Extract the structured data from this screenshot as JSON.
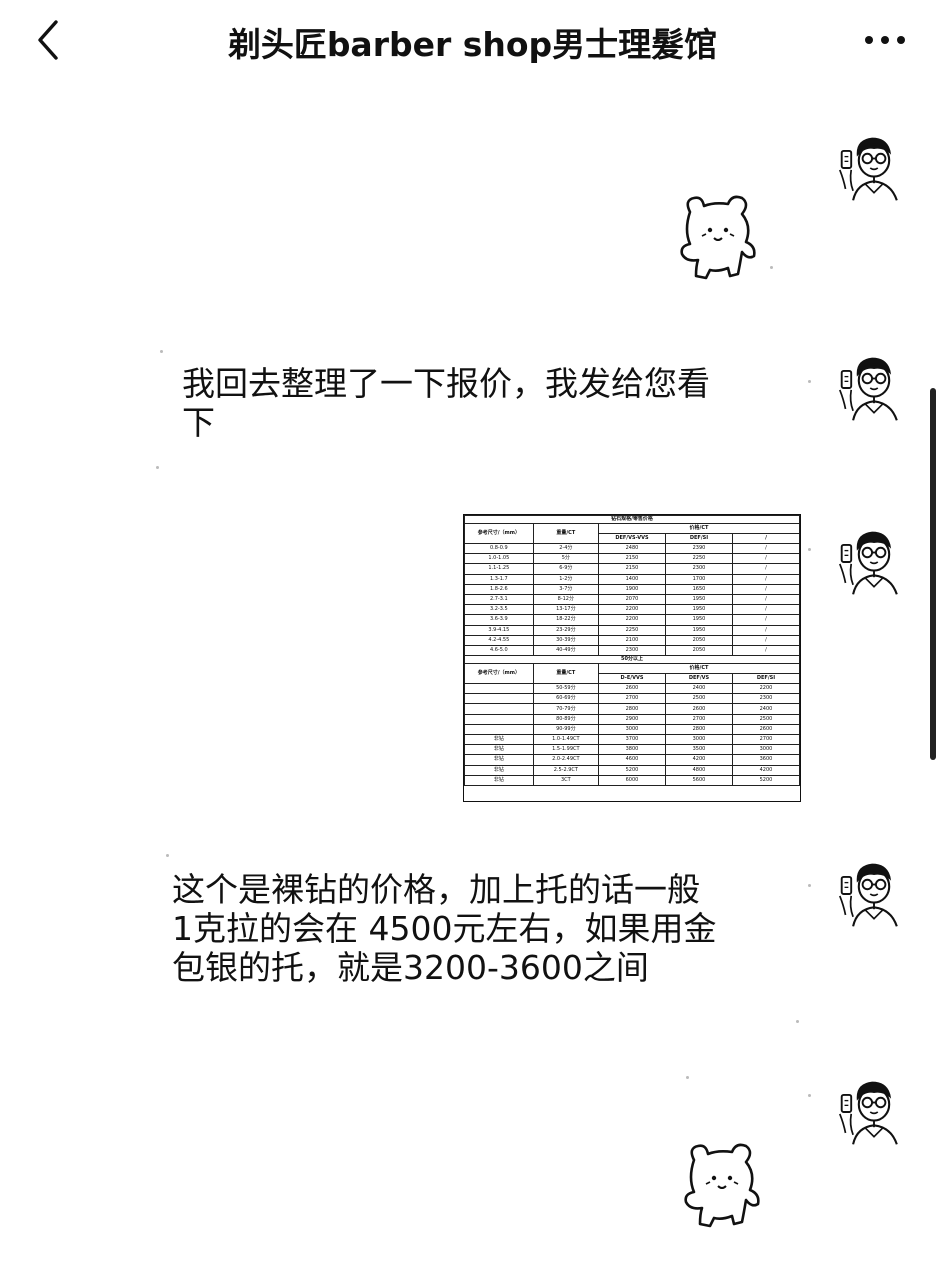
{
  "header": {
    "title": "剃头匠barber shop男士理髮馆",
    "back_icon": "chevron-left-icon",
    "more_icon": "more-icon"
  },
  "messages": [
    {
      "type": "sticker",
      "sticker": "bear-sticker"
    },
    {
      "type": "text",
      "lines": [
        "我回去整理了一下报价，我发给您看",
        "下"
      ]
    },
    {
      "type": "image"
    },
    {
      "type": "text",
      "lines": [
        "这个是裸钻的价格，加上托的话一般",
        "1克拉的会在 4500元左右，如果用金",
        "包银的托，就是3200-3600之间"
      ]
    },
    {
      "type": "sticker",
      "sticker": "bear-sticker"
    }
  ],
  "price_table": {
    "title": "钻石规格/零售价格",
    "header1": {
      "col1": "参考尺寸/（mm）",
      "col2": "重量/CT",
      "group": "价格/CT",
      "sub": [
        "DEF/VS-VVS",
        "DEF/SI",
        "/"
      ]
    },
    "rows1": [
      [
        "0.8-0.9",
        "2-4分",
        "2480",
        "2390",
        "/"
      ],
      [
        "1.0-1.05",
        "5分",
        "2150",
        "2250",
        "/"
      ],
      [
        "1.1-1.25",
        "6-9分",
        "2150",
        "2300",
        "/"
      ],
      [
        "1.3-1.7",
        "1-2分",
        "1400",
        "1700",
        "/"
      ],
      [
        "1.8-2.6",
        "3-7分",
        "1900",
        "1650",
        "/"
      ],
      [
        "2.7-3.1",
        "8-12分",
        "2070",
        "1950",
        "/"
      ],
      [
        "3.2-3.5",
        "13-17分",
        "2200",
        "1950",
        "/"
      ],
      [
        "3.6-3.9",
        "18-22分",
        "2200",
        "1950",
        "/"
      ],
      [
        "3.9-4.15",
        "23-29分",
        "2250",
        "1950",
        "/"
      ],
      [
        "4.2-4.55",
        "30-39分",
        "2100",
        "2050",
        "/"
      ],
      [
        "4.6-5.0",
        "40-49分",
        "2300",
        "2050",
        "/"
      ]
    ],
    "section2": "50分以上",
    "header2": {
      "col1": "参考尺寸/（mm）",
      "col2": "重量/CT",
      "group": "价格/CT",
      "sub": [
        "D-E/VVS",
        "DEF/VS",
        "DEF/SI"
      ]
    },
    "rows2": [
      [
        "",
        "50-59分",
        "2600",
        "2400",
        "2200"
      ],
      [
        "",
        "60-69分",
        "2700",
        "2500",
        "2300"
      ],
      [
        "",
        "70-79分",
        "2800",
        "2600",
        "2400"
      ],
      [
        "",
        "80-89分",
        "2900",
        "2700",
        "2500"
      ],
      [
        "",
        "90-99分",
        "3000",
        "2800",
        "2600"
      ],
      [
        "非钻",
        "1.0-1.49CT",
        "3700",
        "3000",
        "2700"
      ],
      [
        "非钻",
        "1.5-1.99CT",
        "3800",
        "3500",
        "3000"
      ],
      [
        "非钻",
        "2.0-2.49CT",
        "4600",
        "4200",
        "3600"
      ],
      [
        "非钻",
        "2.5-2.9CT",
        "5200",
        "4800",
        "4200"
      ],
      [
        "非钻",
        "3CT",
        "6000",
        "5600",
        "5200"
      ]
    ]
  }
}
